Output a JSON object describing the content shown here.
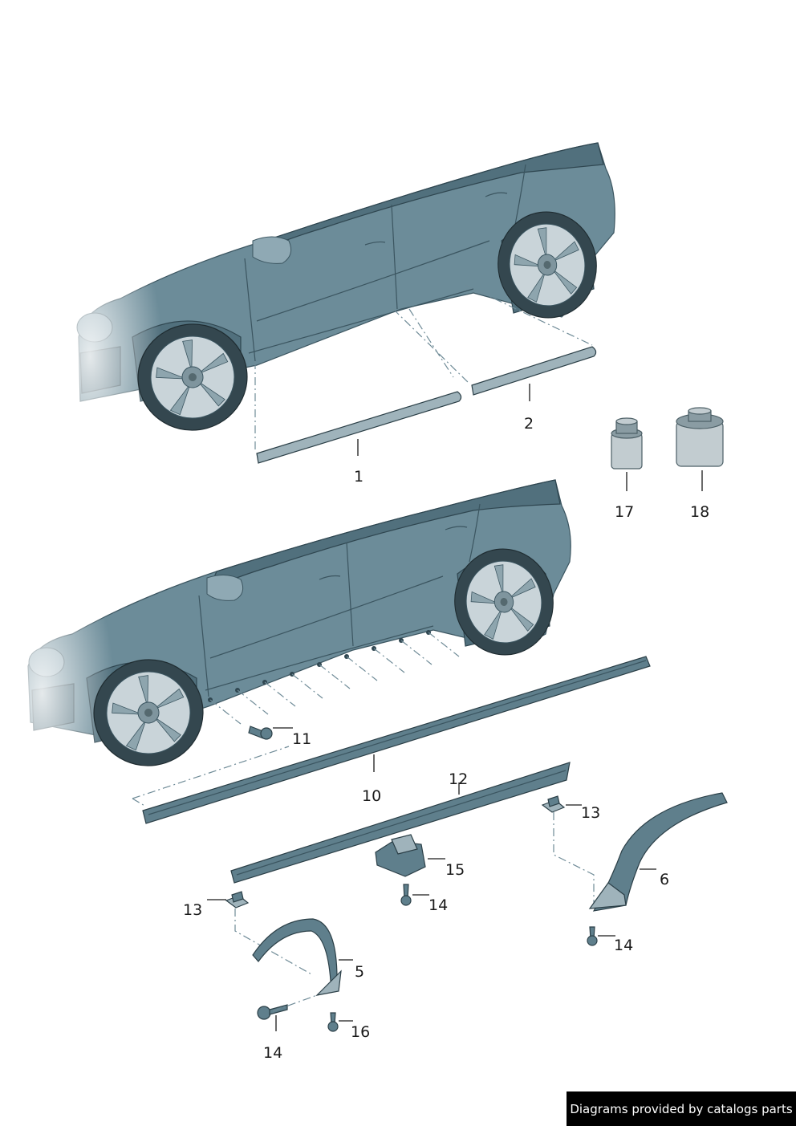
{
  "callouts": {
    "c1": "1",
    "c2": "2",
    "c17": "17",
    "c18": "18",
    "c11": "11",
    "c10": "10",
    "c12": "12",
    "c13a": "13",
    "c13b": "13",
    "c15": "15",
    "c14a": "14",
    "c14b": "14",
    "c14c": "14",
    "c6": "6",
    "c5": "5",
    "c16": "16"
  },
  "watermark": "Diagrams provided by catalogs parts",
  "colors": {
    "body": "#6c8c99",
    "tire": "#34474f",
    "background": "#ffffff"
  }
}
